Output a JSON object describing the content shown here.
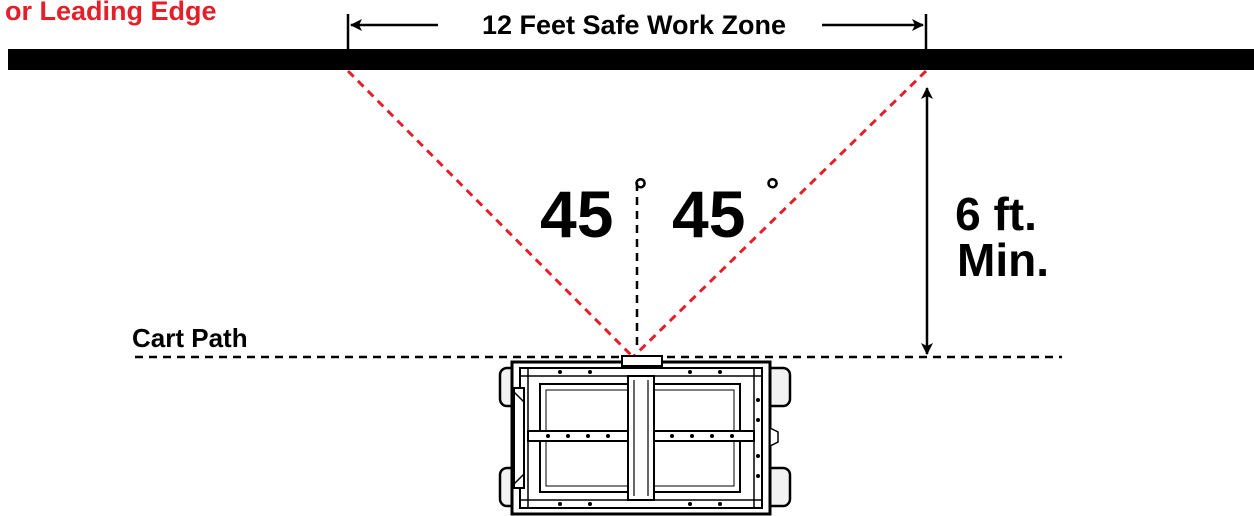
{
  "edge_label": {
    "text": "or Leading Edge",
    "color": "#e3202a"
  },
  "work_zone_label": "12 Feet Safe Work Zone",
  "angles": {
    "left": "45",
    "right": "45",
    "degree_symbol": "°"
  },
  "height_label": {
    "line1": "6 ft.",
    "line2": "Min."
  },
  "cart_path_label": "Cart Path",
  "colors": {
    "ink": "#000000",
    "danger_red": "#e3202a",
    "background": "#ffffff",
    "cart_fill": "#f2f2f2"
  },
  "icons": {
    "cart": "cart-top-view-icon"
  }
}
